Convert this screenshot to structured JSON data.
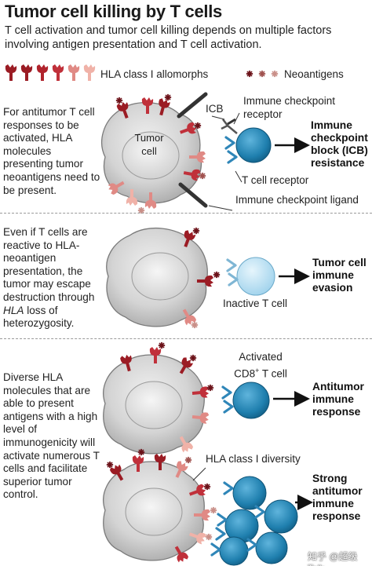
{
  "title": "Tumor cell killing by T cells",
  "subtitle": "T cell activation and tumor cell killing depends on multiple factors involving antigen presentation and T cell activation.",
  "legend": {
    "hla_allomorphs": "HLA class I allomorphs",
    "neoantigens": "Neoantigens"
  },
  "panel1": {
    "description": "For antitumor T cell responses to be activated, HLA molecules presenting tumor neoantigens need to be present.",
    "tumor_cell": "Tumor cell",
    "icb": "ICB",
    "checkpoint_receptor": "Immune checkpoint receptor",
    "t_cell_receptor": "T cell receptor",
    "checkpoint_ligand": "Immune checkpoint ligand",
    "outcome": "Immune checkpoint block (ICB) resistance"
  },
  "panel2": {
    "description_part1": "Even if T cells are reactive to HLA-neoantigen presentation, the tumor may escape destruction through ",
    "description_hla": "HLA",
    "description_part2": " loss of heterozygosity.",
    "inactive_t_cell": "Inactive T cell",
    "outcome": "Tumor cell immune evasion"
  },
  "panel3": {
    "description": "Diverse HLA molecules that are able to present antigens with a high level of immunogenicity will activate numerous T cells and facilitate superior tumor control.",
    "activated_label_line1": "Activated",
    "activated_label_line2_prefix": "CD8",
    "activated_label_superscript": "+",
    "activated_label_line2_suffix": " T cell",
    "outcome": "Antitumor immune response",
    "hla_diversity": "HLA class I diversity",
    "outcome_strong": "Strong antitumor immune response"
  },
  "watermark": "知乎 @超级Talk",
  "colors": {
    "tumor_fill": "#d9d9d9",
    "tumor_stroke": "#7a7a7a",
    "hla_dark_red": "#9b1c24",
    "hla_red": "#c0303a",
    "hla_pink": "#e08a85",
    "hla_light_pink": "#f0b2a8",
    "active_t_cell": "#1f7fae",
    "inactive_t_cell": "#bfe3f4",
    "receptor_blue": "#2f86b8"
  }
}
